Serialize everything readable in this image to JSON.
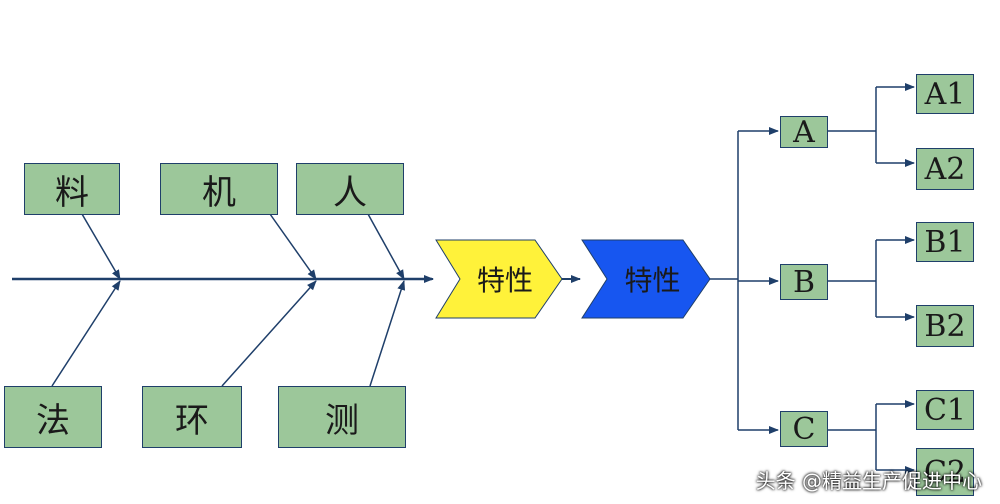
{
  "causes": {
    "top": [
      "料",
      "机",
      "人"
    ],
    "bottom": [
      "法",
      "环",
      "测"
    ]
  },
  "characteristic_1": "特性",
  "characteristic_2": "特性",
  "branches": [
    {
      "label": "A",
      "children": [
        "A1",
        "A2"
      ]
    },
    {
      "label": "B",
      "children": [
        "B1",
        "B2"
      ]
    },
    {
      "label": "C",
      "children": [
        "C1",
        "C2"
      ]
    }
  ],
  "colors": {
    "box_fill": "#9cc79a",
    "line": "#1f3f6a",
    "chevron_yellow": "#fff23a",
    "chevron_blue": "#1756f0"
  },
  "watermark": "头条 @精益生产促进中心"
}
